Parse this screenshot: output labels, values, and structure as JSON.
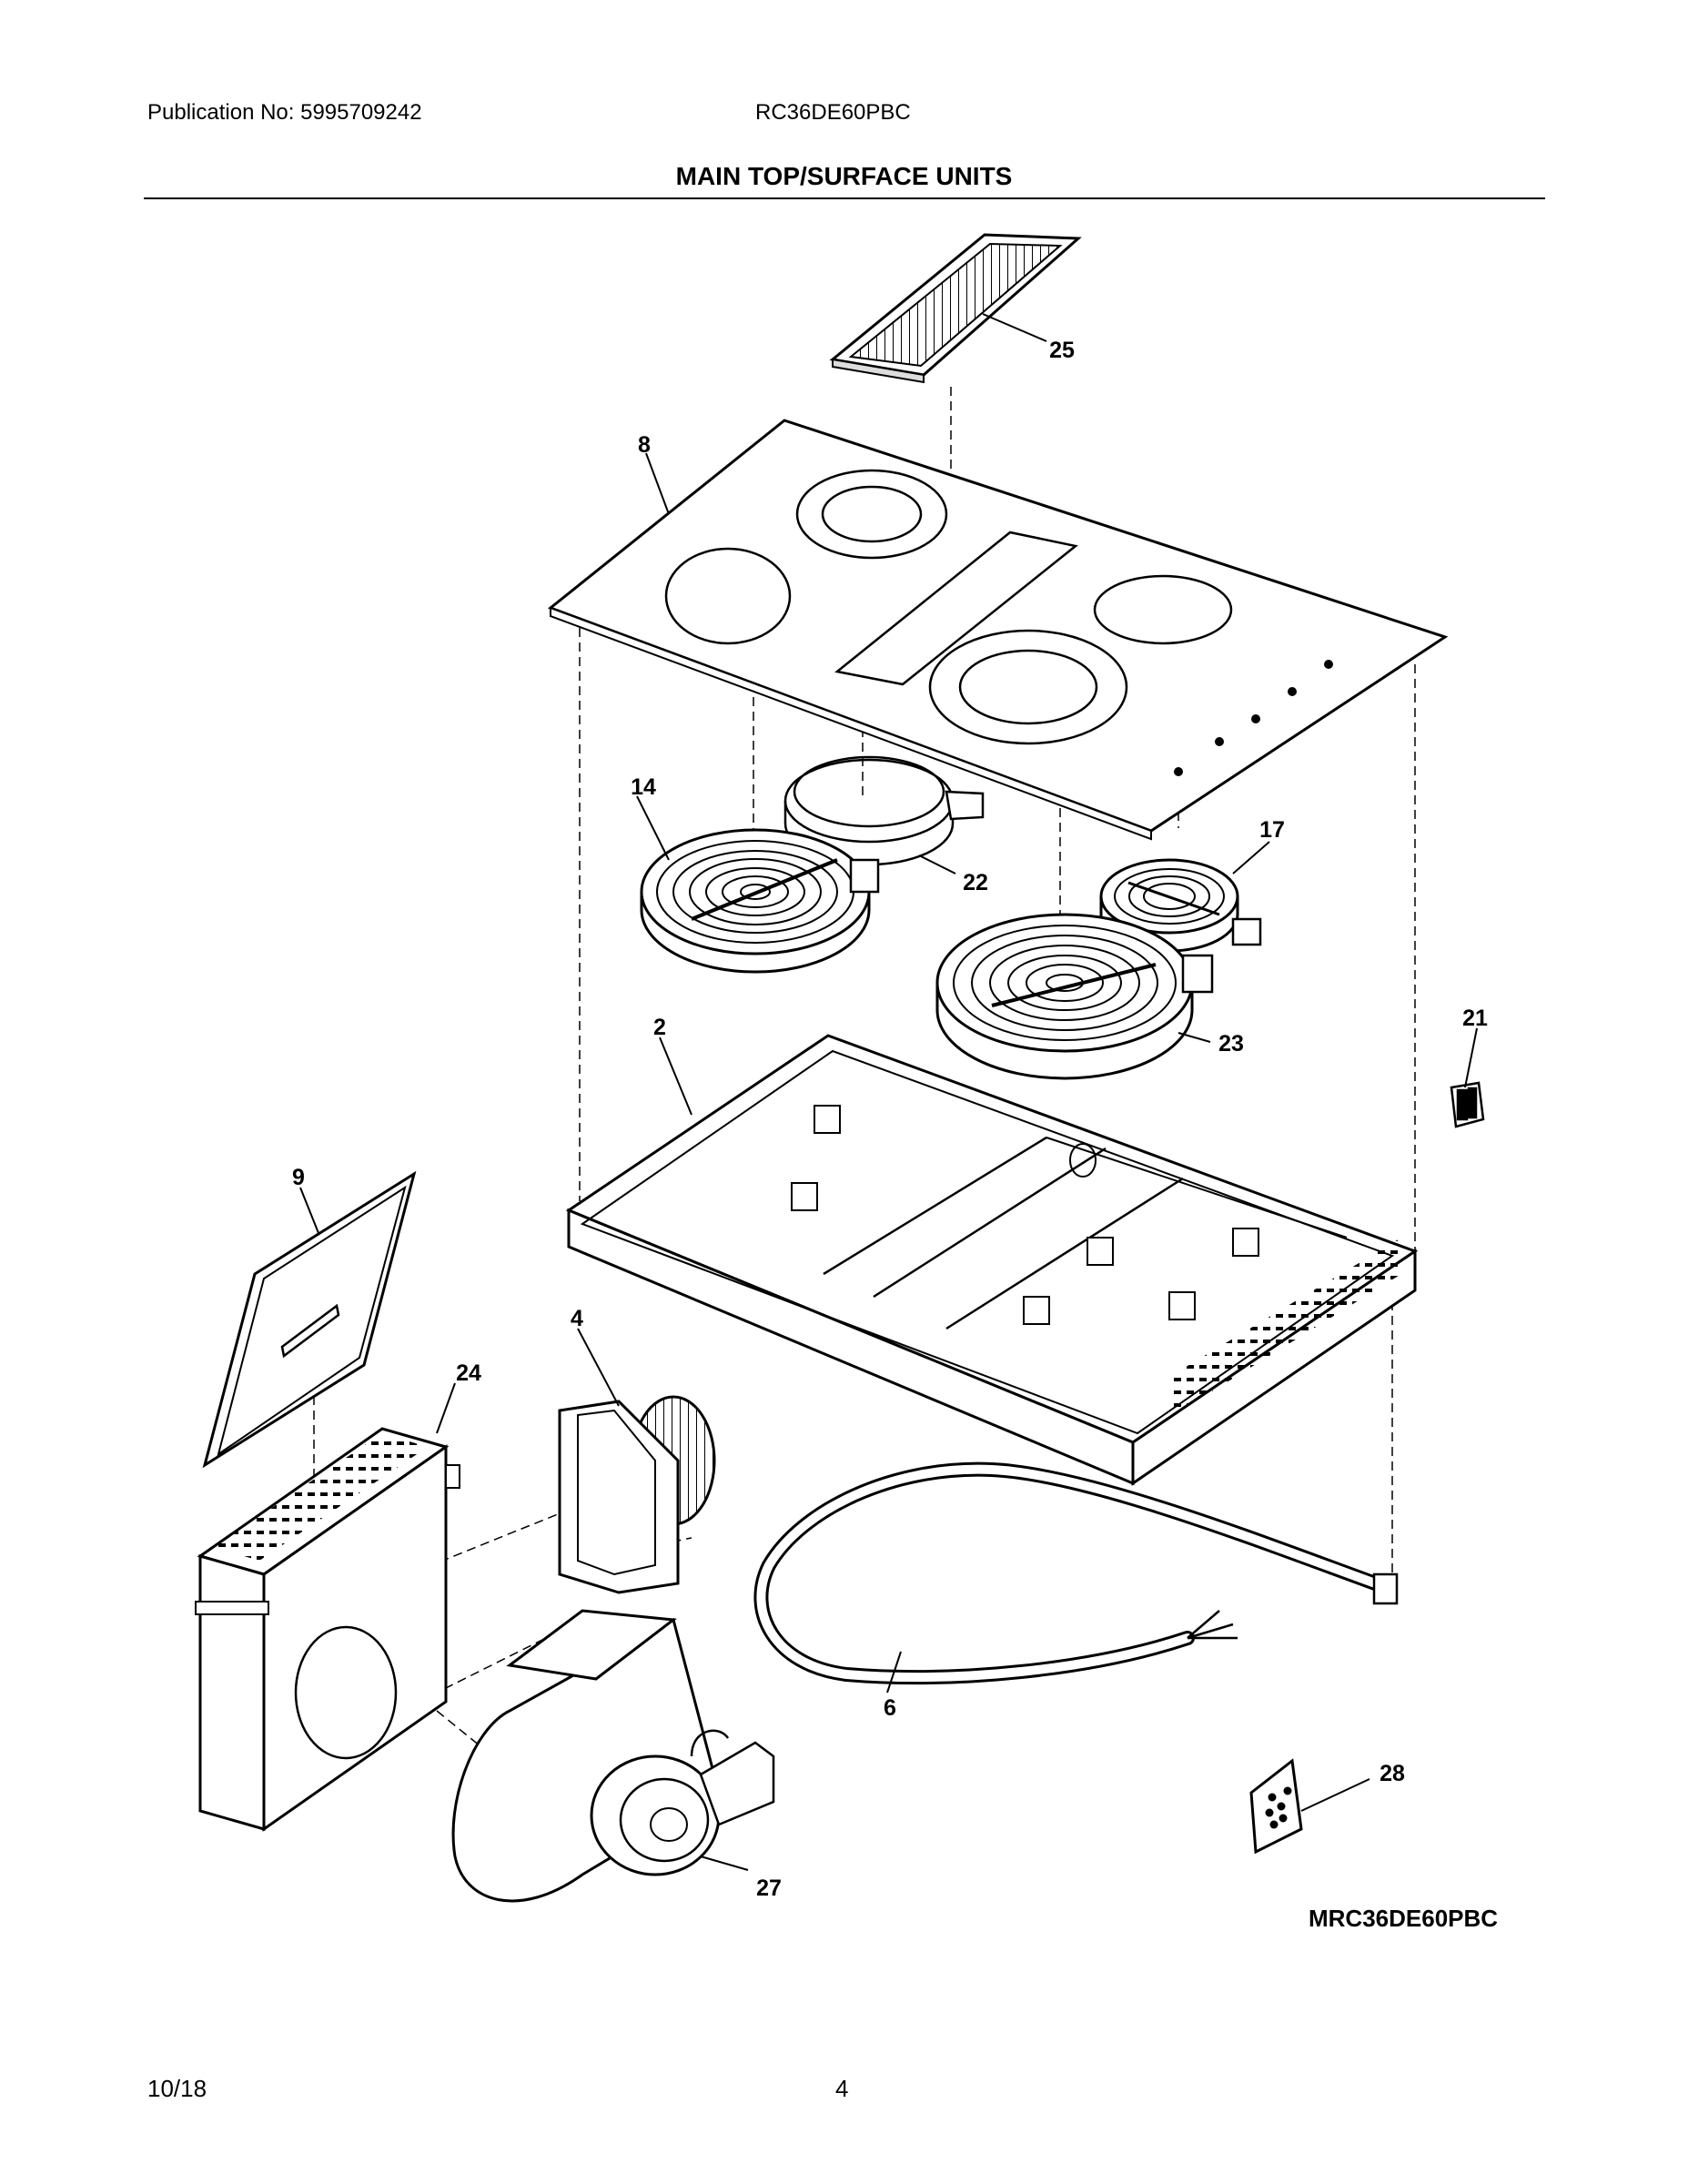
{
  "header": {
    "publication": "Publication No: 5995709242",
    "model": "RC36DE60PBC"
  },
  "title": "MAIN TOP/SURFACE UNITS",
  "diagram": {
    "callouts": {
      "p25": "25",
      "p8": "8",
      "p14": "14",
      "p22": "22",
      "p17": "17",
      "p23": "23",
      "p21": "21",
      "p2": "2",
      "p9": "9",
      "p4": "4",
      "p24": "24",
      "p6": "6",
      "p28": "28",
      "p27": "27"
    },
    "illustration_code": "MRC36DE60PBC"
  },
  "footer": {
    "date": "10/18",
    "page": "4"
  }
}
